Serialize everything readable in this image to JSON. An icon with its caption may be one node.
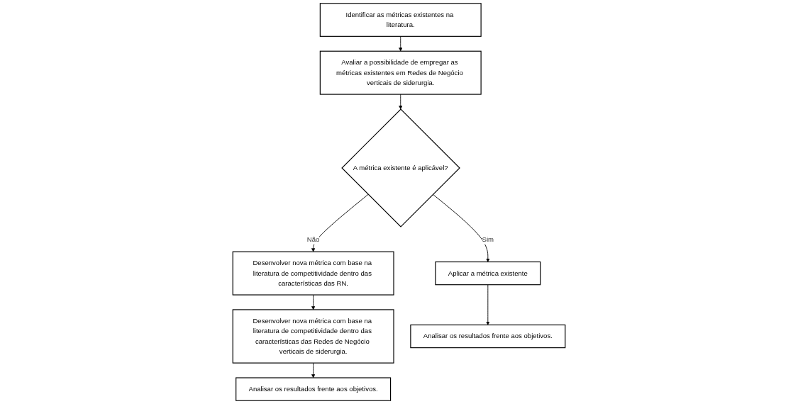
{
  "diagram": {
    "nodes": [
      {
        "text": [
          "Identificar as métricas existentes na literatura."
        ]
      },
      {
        "text": [
          "Avaliar a possibilidade de empregar as métricas existentes em Redes de Negócio verticais de siderurgia."
        ]
      },
      {
        "text": [
          "A métrica existente é aplicável?"
        ]
      },
      {
        "text": [
          "Desenvolver nova métrica com base na literatura de competitividade dentro das características das RN."
        ]
      },
      {
        "text": [
          "Aplicar a métrica existente"
        ]
      },
      {
        "text": [
          "Desenvolver nova métrica com base na literatura de competitividade dentro das características das Redes de Negócio verticais de siderurgia."
        ]
      },
      {
        "text": [
          "Analisar os resultados frente aos objetivos."
        ]
      },
      {
        "text": [
          "Analisar os resultados frente aos objetivos."
        ]
      }
    ],
    "edges": [
      {
        "from": 0,
        "to": 1,
        "arrow": "to"
      },
      {
        "from": 1,
        "to": 2,
        "arrow": "to"
      },
      {
        "from": 2,
        "to": 3,
        "label": "Não",
        "arrow": "to"
      },
      {
        "from": 2,
        "to": 4,
        "label": "Sim",
        "arrow": "to"
      },
      {
        "from": 3,
        "to": 5,
        "arrow": "to"
      },
      {
        "from": 5,
        "to": 6,
        "arrow": "to"
      },
      {
        "from": 4,
        "to": 7,
        "arrow": "to"
      }
    ]
  }
}
